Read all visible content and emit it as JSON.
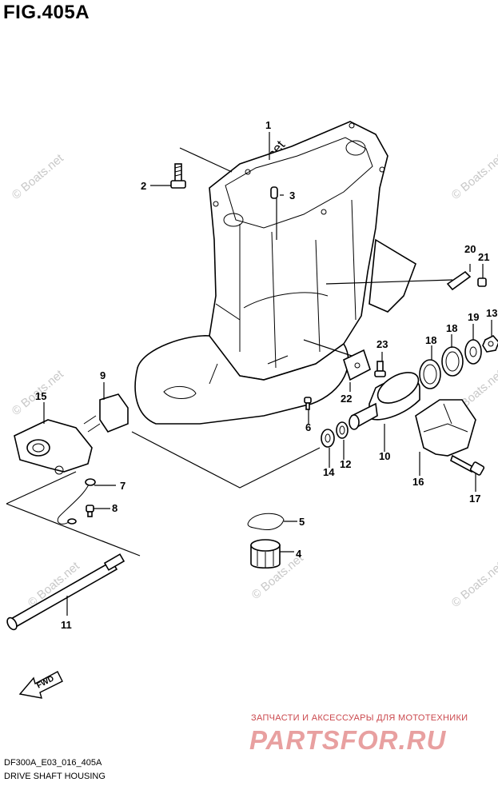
{
  "figure": {
    "title": "FIG.405A",
    "code": "DF300A_E03_016_405A",
    "name": "DRIVE SHAFT HOUSING"
  },
  "watermark": {
    "text": "© Boats.net"
  },
  "branding": {
    "tagline": "ЗАПЧАСТИ И АКСЕССУАРЫ ДЛЯ МОТОТЕХНИКИ",
    "logo": "PARTSFOR.RU",
    "color": "#c1272d"
  },
  "direction": {
    "label": "FWD"
  },
  "callouts": [
    {
      "n": "1"
    },
    {
      "n": "2"
    },
    {
      "n": "3"
    },
    {
      "n": "4"
    },
    {
      "n": "5"
    },
    {
      "n": "6"
    },
    {
      "n": "7"
    },
    {
      "n": "8"
    },
    {
      "n": "9"
    },
    {
      "n": "10"
    },
    {
      "n": "11"
    },
    {
      "n": "12"
    },
    {
      "n": "13"
    },
    {
      "n": "14"
    },
    {
      "n": "15"
    },
    {
      "n": "16"
    },
    {
      "n": "17"
    },
    {
      "n": "18"
    },
    {
      "n": "18"
    },
    {
      "n": "19"
    },
    {
      "n": "20"
    },
    {
      "n": "21"
    },
    {
      "n": "22"
    },
    {
      "n": "23"
    }
  ]
}
